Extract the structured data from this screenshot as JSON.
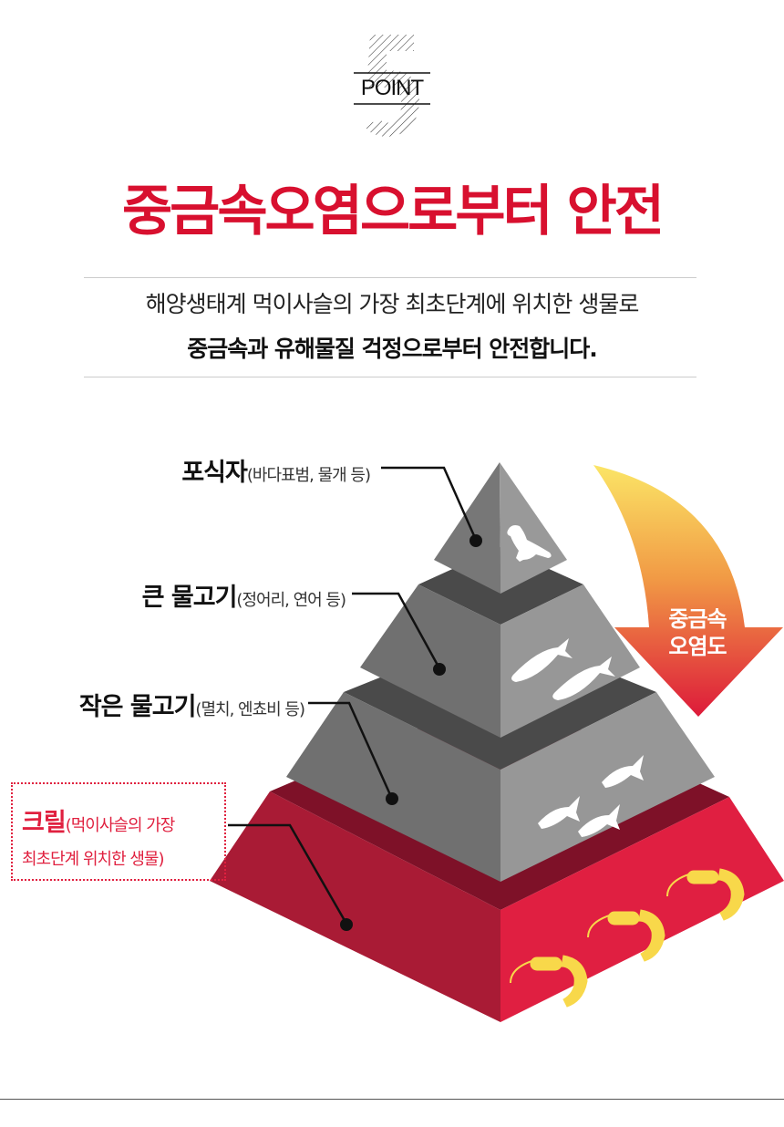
{
  "badge": {
    "label": "POINT",
    "number": "5"
  },
  "title": "중금속오염으로부터 안전",
  "subtitle": {
    "line1": "해양생태계 먹이사슬의 가장 최초단계에 위치한 생물로",
    "line2": "중금속과 유해물질 걱정으로부터 안전합니다."
  },
  "pyramid": {
    "levels": [
      {
        "name": "포식자",
        "examples": "(바다표범, 물개 등)",
        "icon": "seal-icon"
      },
      {
        "name": "큰 물고기",
        "examples": "(정어리, 연어 등)",
        "icon": "big-fish-icon"
      },
      {
        "name": "작은 물고기",
        "examples": "(멸치, 엔쵸비 등)",
        "icon": "small-fish-icon"
      },
      {
        "name": "크릴",
        "examples_line1": "(먹이사슬의 가장",
        "examples_line2": "최초단계 위치한 생물)",
        "icon": "shrimp-icon"
      }
    ],
    "arrow": {
      "line1": "중금속",
      "line2": "오염도"
    }
  },
  "colors": {
    "accent": "#d8102f",
    "gray_left": "#6f6f6f",
    "gray_right": "#979797",
    "red_left": "#a91b35",
    "red_right": "#e01f41",
    "shrimp": "#f8d84a"
  }
}
